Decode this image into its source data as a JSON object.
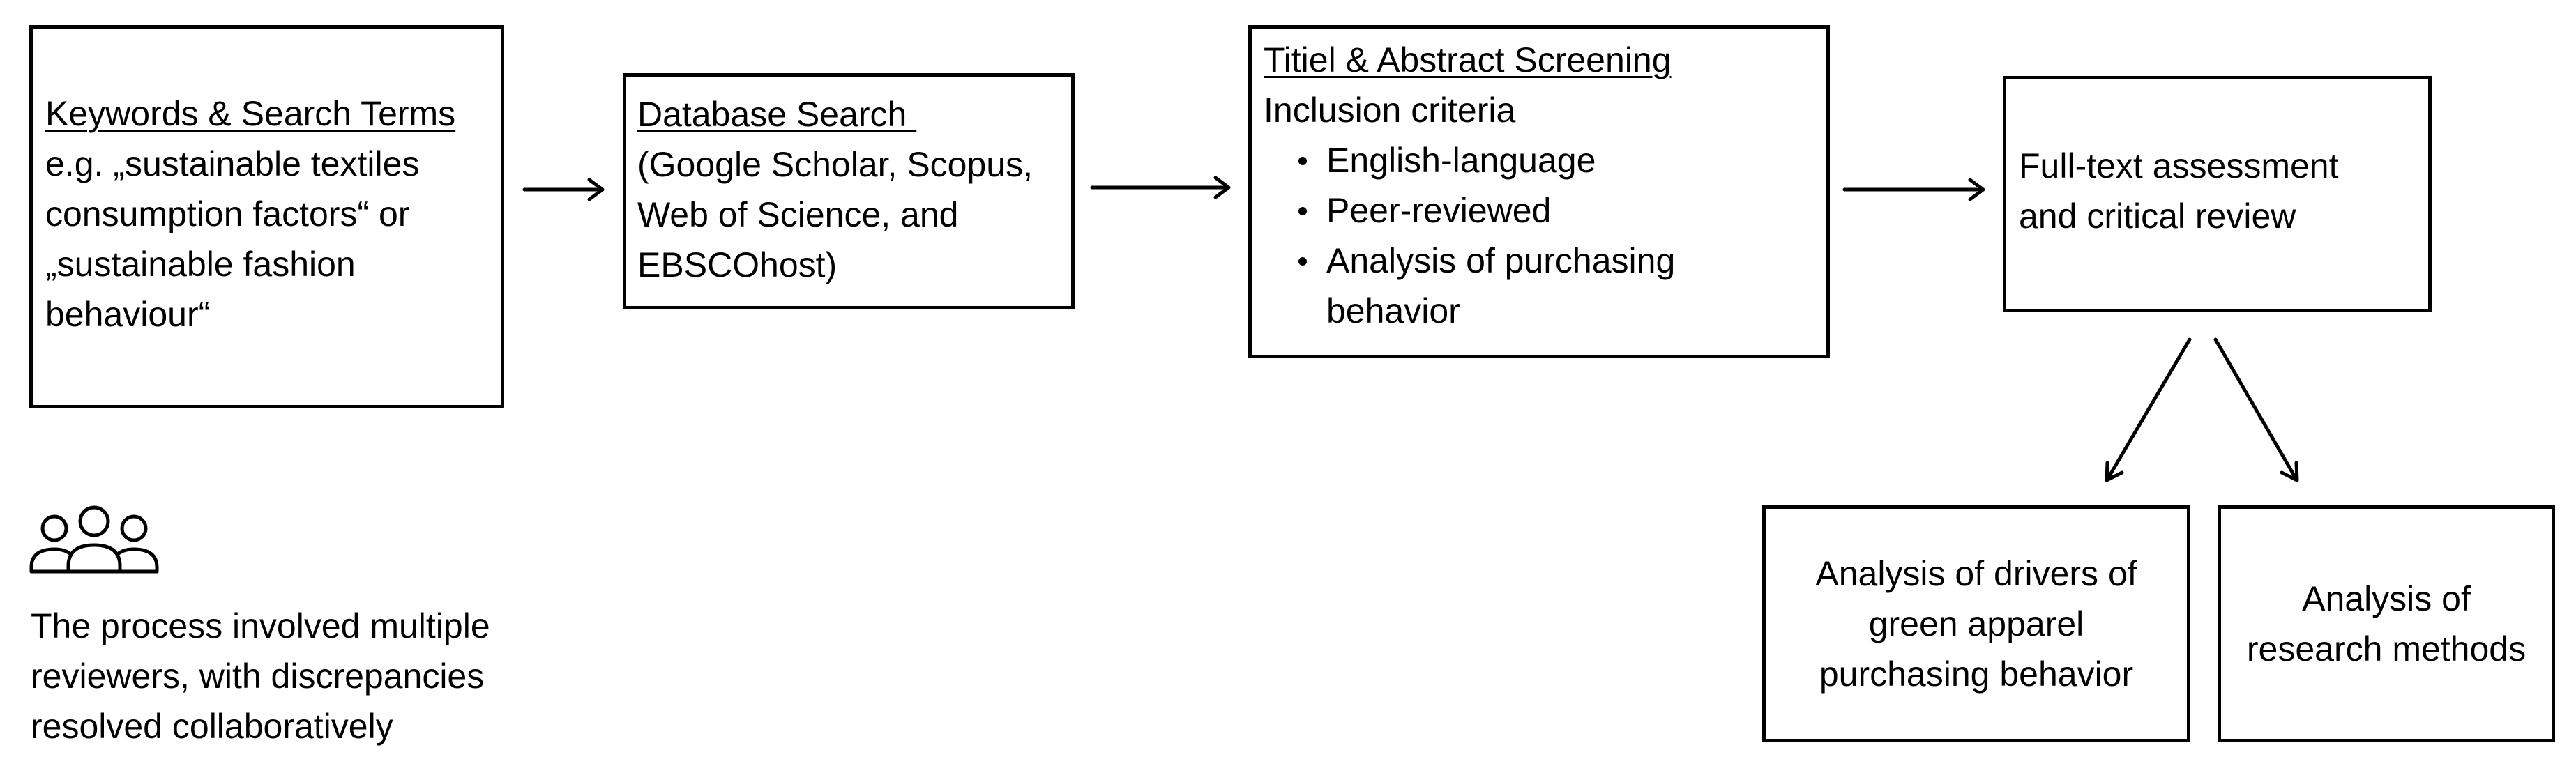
{
  "boxes": {
    "keywords": {
      "title": "Keywords & Search Terms",
      "lines": [
        "e.g. „sustainable textiles",
        "consumption factors“ or",
        "„sustainable fashion",
        "behaviour“"
      ]
    },
    "database": {
      "title": "Database Search ",
      "lines": [
        "(Google Scholar, Scopus,",
        "Web of Science, and",
        "EBSCOhost)"
      ]
    },
    "screening": {
      "title": "Titiel & Abstract Screening",
      "subtitle": "Inclusion criteria",
      "criteria": [
        "English-language",
        "Peer-reviewed",
        "Analysis of purchasing"
      ],
      "criteria_continuation": "behavior"
    },
    "fulltext": {
      "lines": [
        "Full-text assessment",
        "and critical review"
      ]
    },
    "drivers": {
      "lines": [
        "Analysis of drivers of",
        "green apparel",
        "purchasing behavior"
      ]
    },
    "methods": {
      "lines": [
        "Analysis of",
        "research methods"
      ]
    }
  },
  "note": {
    "icon": "people-group-icon",
    "lines": [
      "The process involved multiple",
      "reviewers, with discrepancies",
      "resolved collaboratively"
    ]
  }
}
